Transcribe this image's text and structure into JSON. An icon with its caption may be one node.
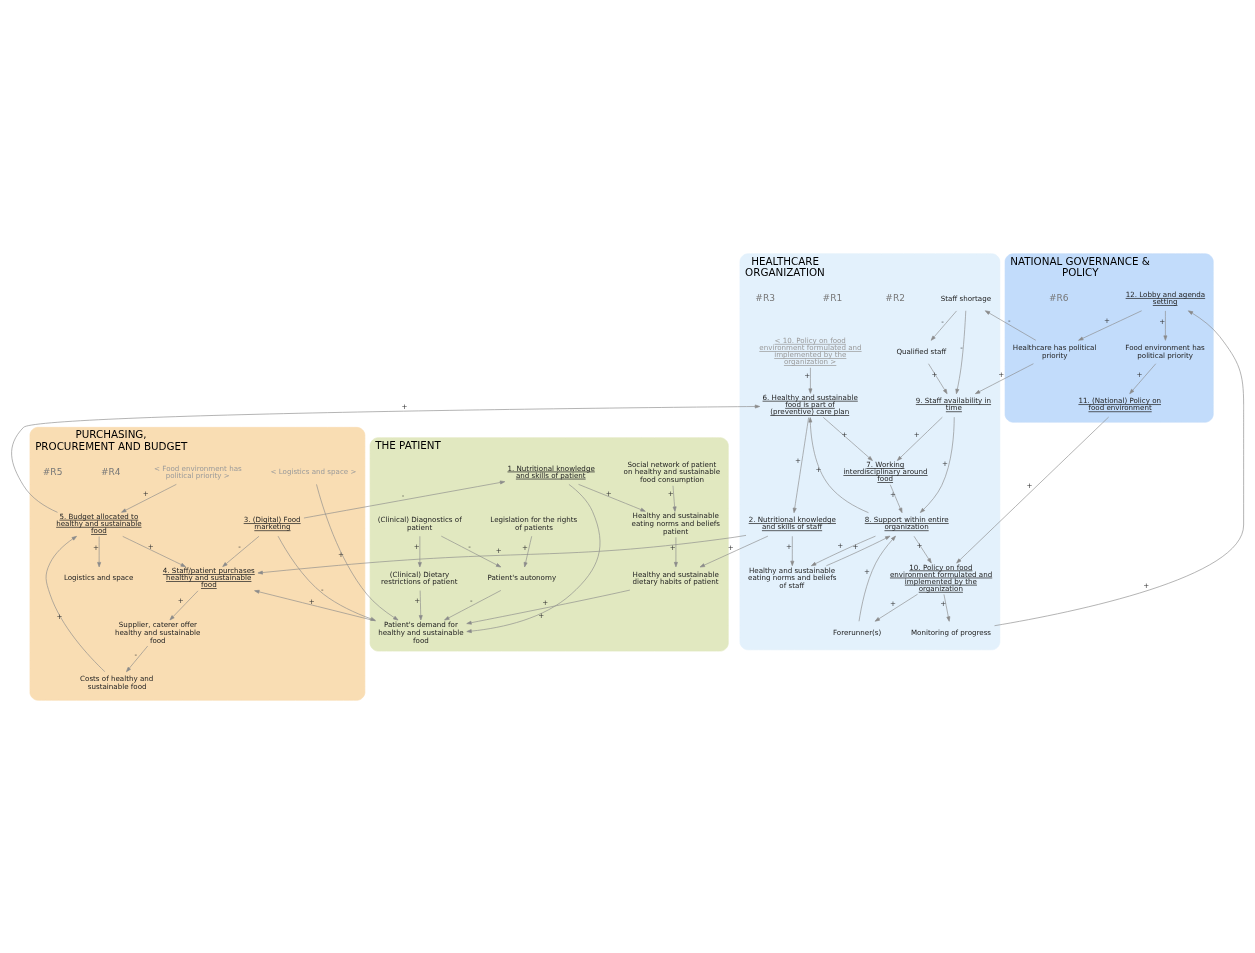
{
  "diagram": {
    "nodes": [
      {
        "text": [
          "PURCHASING, PROCUREMENT AND BUDGET"
        ]
      },
      {
        "text": [
          "HEALTHCARE ORGANIZATION"
        ]
      },
      {
        "text": [
          "THE PATIENT"
        ]
      },
      {
        "text": [
          "NATIONAL GOVERNANCE & POLICY"
        ]
      },
      {
        "text": [
          "Logistics and space"
        ],
        "in": 0
      },
      {
        "text": [
          "< Food environment has political priority >"
        ],
        "in": 0
      },
      {
        "text": [
          "Costs of healthy and sustainable food"
        ],
        "in": 0
      },
      {
        "text": [
          "5. Budget allocated to healthy and sustainable food"
        ],
        "in": 0
      },
      {
        "text": [
          "Supplier, caterer offer healthy and sustainable food"
        ],
        "in": 0
      },
      {
        "text": [
          "4. Staff/patient purchases healthy and sustainable food"
        ],
        "in": 0
      },
      {
        "text": [
          "3. (Digital) Food marketing"
        ],
        "in": 0
      },
      {
        "text": [
          "< Logistics and space >"
        ],
        "in": 0
      },
      {
        "text": [
          "< 10. Policy on food environment formulated and implemented by the organization >"
        ],
        "in": 1
      },
      {
        "text": [
          "6. Healthy and sustainable food is part of (preventive) care plan"
        ],
        "in": 1
      },
      {
        "text": [
          "7. Working interdisciplinary around food"
        ],
        "in": 1
      },
      {
        "text": [
          "8. Support within entire organization"
        ],
        "in": 1
      },
      {
        "text": [
          "9. Staff availability in time"
        ],
        "in": 1
      },
      {
        "text": [
          "Qualified staff"
        ],
        "in": 1
      },
      {
        "text": [
          "2. Nutritional knowledge and skills of staff"
        ],
        "in": 1
      },
      {
        "text": [
          "Healthy and sustainable eating norms and beliefs of staff"
        ],
        "in": 1
      },
      {
        "text": [
          "Staff shortage"
        ],
        "in": 1
      },
      {
        "text": [
          "Forerunner(s)"
        ],
        "in": 1
      },
      {
        "text": [
          "10. Policy on food environment formulated and implemented by the organization"
        ],
        "in": 1
      },
      {
        "text": [
          "Monitoring of progress"
        ],
        "in": 1
      },
      {
        "text": [
          "Healthcare has political priority"
        ],
        "in": 3
      },
      {
        "text": [
          "Healthy and sustainable dietary habits of patient"
        ],
        "in": 2
      },
      {
        "text": [
          "Patient's demand for healthy and sustainable food"
        ],
        "in": 2
      },
      {
        "text": [
          "Legislation for the rights of patients"
        ],
        "in": 2
      },
      {
        "text": [
          "Patient's autonomy"
        ],
        "in": 2
      },
      {
        "text": [
          "(Clinical) Diagnostics of patient"
        ],
        "in": 2
      },
      {
        "text": [
          "(Clinical) Dietary restrictions of patient"
        ],
        "in": 2
      },
      {
        "text": [
          "1. Nutritional knowledge and skills of patient"
        ],
        "in": 2
      },
      {
        "text": [
          "Healthy and sustainable eating norms and beliefs patient"
        ],
        "in": 2
      },
      {
        "text": [
          "Social network of patient on healthy and sustainable food consumption"
        ],
        "in": 2
      },
      {
        "text": [
          "11. (National) Policy on food environment"
        ],
        "in": 3
      },
      {
        "text": [
          "12. Lobby and agenda setting"
        ],
        "in": 3
      },
      {
        "text": [
          "Food environment has political priority"
        ],
        "in": 3
      }
    ],
    "edges": [
      {
        "from": 7,
        "to": 4,
        "arrow": "to",
        "label": "+"
      },
      {
        "from": 5,
        "to": 7,
        "arrow": "to",
        "label": "+"
      },
      {
        "from": 6,
        "to": 7,
        "arrow": "to",
        "label": "+"
      },
      {
        "from": 8,
        "to": 6,
        "arrow": "to",
        "label": "-"
      },
      {
        "from": 9,
        "to": 8,
        "arrow": "to",
        "label": "+"
      },
      {
        "from": 7,
        "to": 9,
        "arrow": "to",
        "label": "+"
      },
      {
        "from": 7,
        "to": 13,
        "arrow": "to",
        "label": "+"
      },
      {
        "from": 18,
        "to": 9,
        "arrow": "to",
        "label": "+"
      },
      {
        "from": 10,
        "to": 9,
        "arrow": "to",
        "label": "-"
      },
      {
        "from": 10,
        "to": 26,
        "arrow": "to",
        "label": "-"
      },
      {
        "from": 10,
        "to": 31,
        "arrow": "to",
        "label": "-"
      },
      {
        "from": 26,
        "to": 9,
        "arrow": "to",
        "label": "+"
      },
      {
        "from": 11,
        "to": 26,
        "arrow": "to",
        "label": "+"
      },
      {
        "from": 25,
        "to": 26,
        "arrow": "to",
        "label": "+"
      },
      {
        "from": 28,
        "to": 26,
        "arrow": "to",
        "label": "-"
      },
      {
        "from": 27,
        "to": 28,
        "arrow": "to",
        "label": "+"
      },
      {
        "from": 29,
        "to": 28,
        "arrow": "to",
        "label": "-"
      },
      {
        "from": 29,
        "to": 30,
        "arrow": "to",
        "label": "+"
      },
      {
        "from": 30,
        "to": 26,
        "arrow": "to",
        "label": "+"
      },
      {
        "from": 31,
        "to": 26,
        "arrow": "to",
        "label": "+"
      },
      {
        "from": 31,
        "to": 32,
        "arrow": "to",
        "label": "+"
      },
      {
        "from": 32,
        "to": 25,
        "arrow": "to",
        "label": "+"
      },
      {
        "from": 33,
        "to": 32,
        "arrow": "to",
        "label": "+"
      },
      {
        "from": 18,
        "to": 25,
        "arrow": "to",
        "label": "+"
      },
      {
        "from": 12,
        "to": 13,
        "arrow": "to",
        "label": "+"
      },
      {
        "from": 13,
        "to": 14,
        "arrow": "to",
        "label": "+"
      },
      {
        "from": 13,
        "to": 18,
        "arrow": "to",
        "label": "+"
      },
      {
        "from": 15,
        "to": 13,
        "arrow": "to",
        "label": "+"
      },
      {
        "from": 14,
        "to": 15,
        "arrow": "to",
        "label": "+"
      },
      {
        "from": 16,
        "to": 14,
        "arrow": "to",
        "label": "+"
      },
      {
        "from": 16,
        "to": 15,
        "arrow": "to",
        "label": "+"
      },
      {
        "from": 17,
        "to": 16,
        "arrow": "to",
        "label": "+"
      },
      {
        "from": 20,
        "to": 16,
        "arrow": "to",
        "label": "-"
      },
      {
        "from": 20,
        "to": 17,
        "arrow": "to",
        "label": "-"
      },
      {
        "from": 18,
        "to": 19,
        "arrow": "to",
        "label": "+"
      },
      {
        "from": 15,
        "to": 19,
        "arrow": "to",
        "label": "+"
      },
      {
        "from": 19,
        "to": 15,
        "arrow": "to",
        "label": "+"
      },
      {
        "from": 15,
        "to": 22,
        "arrow": "to",
        "label": "+"
      },
      {
        "from": 21,
        "to": 15,
        "arrow": "to",
        "label": "+"
      },
      {
        "from": 22,
        "to": 21,
        "arrow": "to",
        "label": "+"
      },
      {
        "from": 22,
        "to": 23,
        "arrow": "to",
        "label": "+"
      },
      {
        "from": 23,
        "to": 35,
        "arrow": "to",
        "label": "+"
      },
      {
        "from": 35,
        "to": 24,
        "arrow": "to",
        "label": "+"
      },
      {
        "from": 24,
        "to": 16,
        "arrow": "to",
        "label": "+"
      },
      {
        "from": 24,
        "to": 20,
        "arrow": "to",
        "label": "-"
      },
      {
        "from": 35,
        "to": 36,
        "arrow": "to",
        "label": "+"
      },
      {
        "from": 36,
        "to": 34,
        "arrow": "to",
        "label": "+"
      },
      {
        "from": 34,
        "to": 22,
        "arrow": "to",
        "label": "+"
      }
    ],
    "labels": [
      "#R4",
      "#R5",
      "#R2",
      "#R1",
      "#R3",
      "#R6"
    ]
  }
}
